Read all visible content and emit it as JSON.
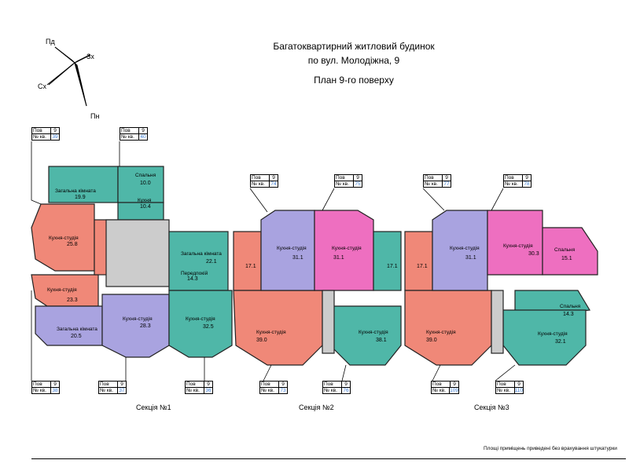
{
  "header": {
    "line1": "Багатоквартирний житловий будинок",
    "line2": "по вул. Молодіжна, 9",
    "line3": "План 9-го поверху"
  },
  "compass": {
    "nw": "Пд",
    "ne": "Зх",
    "sw": "Сх",
    "se": "Пн"
  },
  "tag_labels": {
    "floor": "Пов",
    "apt": "№ кв."
  },
  "tags": [
    {
      "floor": "9",
      "apt": "39"
    },
    {
      "floor": "9",
      "apt": "40"
    },
    {
      "floor": "9",
      "apt": "74"
    },
    {
      "floor": "9",
      "apt": "75"
    },
    {
      "floor": "9",
      "apt": "77"
    },
    {
      "floor": "9",
      "apt": "78"
    },
    {
      "floor": "9",
      "apt": "38"
    },
    {
      "floor": "9",
      "apt": "37"
    },
    {
      "floor": "9",
      "apt": "36"
    },
    {
      "floor": "9",
      "apt": "73"
    },
    {
      "floor": "9",
      "apt": "76"
    },
    {
      "floor": "9",
      "apt": "109"
    },
    {
      "floor": "9",
      "apt": "110"
    }
  ],
  "sections": [
    "Секція №1",
    "Секція №2",
    "Секція №3"
  ],
  "rooms": {
    "living": "Загальна кімната",
    "bedroom": "Спальня",
    "kitchen": "Кухня",
    "kitchen_studio": "Кухня-студія",
    "hall": "Передпокій"
  },
  "areas": {
    "a1": "19.9",
    "a2": "10.0",
    "a3": "10.4",
    "a4": "25.8",
    "a5": "23.3",
    "a6": "20.5",
    "a7": "28.3",
    "a8": "22.1",
    "a9": "14.3",
    "a10": "32.5",
    "a11": "17.1",
    "a12": "31.1",
    "a13": "31.1",
    "a14": "17.1",
    "a15": "39.0",
    "a16": "38.1",
    "a17": "17.1",
    "a18": "31.1",
    "a19": "30.3",
    "a20": "15.1",
    "a21": "14.3",
    "a22": "39.0",
    "a23": "32.1"
  },
  "note": "Площі приміщень приведені без врахування штукатурки",
  "colors": {
    "teal": "#4fb7a8",
    "salmon": "#f08878",
    "lavender": "#a9a3e0",
    "pink": "#ee6fc0",
    "corridor": "#cccccc",
    "wall": "#222222"
  }
}
